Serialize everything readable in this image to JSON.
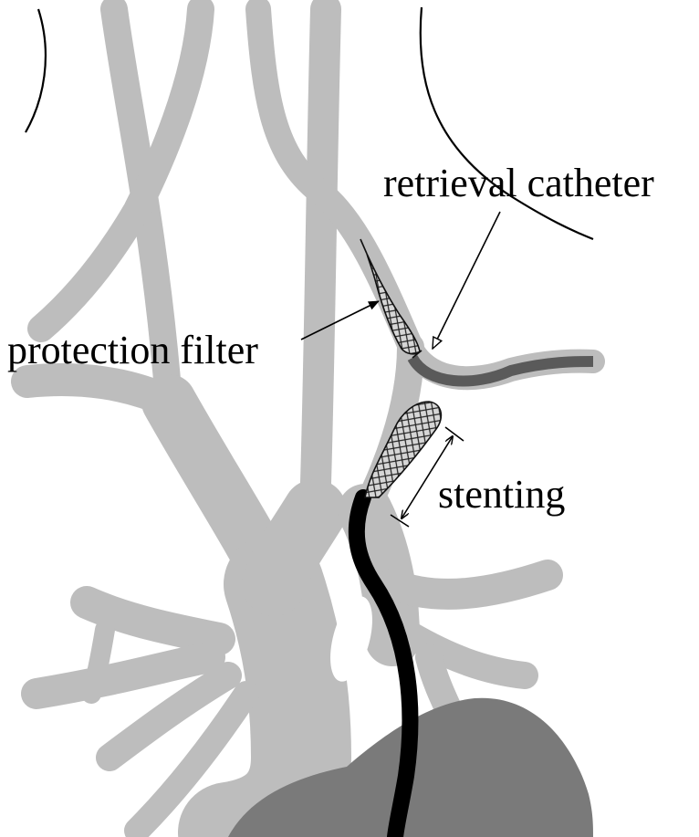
{
  "labels": {
    "retrieval_catheter": "retrieval catheter",
    "protection_filter": "protection filter",
    "stenting": "stenting"
  },
  "colors": {
    "background": "#ffffff",
    "vessel": "#bdbdbd",
    "vessel_edge": "#a9a9a9",
    "heart": "#7a7a7a",
    "catheter": "#000000",
    "retrieval_catheter": "#5a5a5a",
    "outline": "#000000"
  },
  "icons": [
    "filled-arrow",
    "open-arrow",
    "double-arrow-with-bars",
    "mesh-filter",
    "mesh-stent"
  ]
}
